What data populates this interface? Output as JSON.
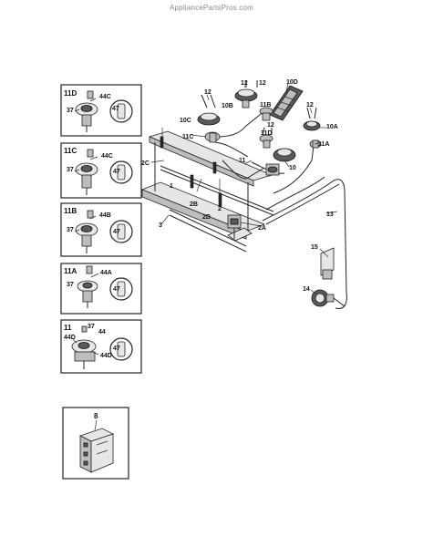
{
  "watermark": "AppliancePartsPros.com",
  "insets": {
    "inset_11d": {
      "title": "11D",
      "callouts": [
        "44C",
        "37",
        "47"
      ]
    },
    "inset_11c": {
      "title": "11C",
      "callouts": [
        "44C",
        "37",
        "47"
      ]
    },
    "inset_11b": {
      "title": "11B",
      "callouts": [
        "44B",
        "37",
        "47"
      ]
    },
    "inset_11a": {
      "title": "11A",
      "callouts": [
        "44A",
        "37",
        "47"
      ]
    },
    "inset_11": {
      "title": "11",
      "callouts": [
        "37",
        "44",
        "44D",
        "44D",
        "47"
      ]
    },
    "inset_8": {
      "title": "8"
    }
  },
  "main_labels": {
    "l12a": "12",
    "l12b": "12",
    "l10d": "10D",
    "l12c": "12",
    "l10b": "10B",
    "l11b": "11B",
    "l12d": "12",
    "l10c": "10C",
    "l10a": "10A",
    "l11c": "11C",
    "l12e": "12",
    "l11d": "11D",
    "l11a": "11A",
    "l2c": "2C",
    "l11": "11",
    "l10": "10",
    "l1": "1",
    "l2b": "2B",
    "l2": "2",
    "l2d": "2D",
    "l3": "3",
    "l2a": "2A",
    "l13": "13",
    "l15": "15",
    "l14": "14"
  }
}
